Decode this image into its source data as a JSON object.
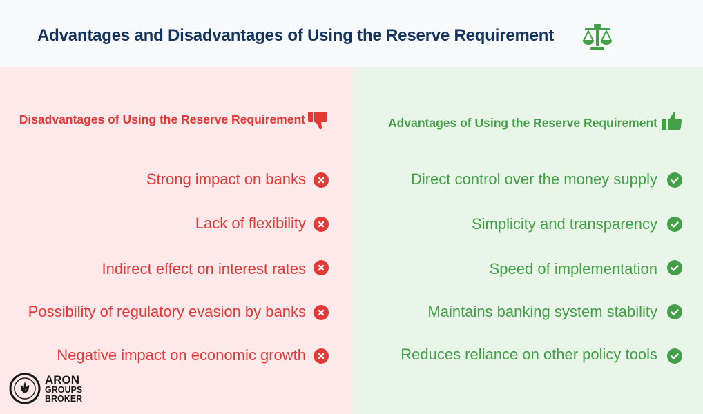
{
  "header": {
    "title": "Advantages and Disadvantages of Using the Reserve Requirement",
    "icon": "balance-scale-icon"
  },
  "colors": {
    "title": "#13345e",
    "disadvantage": "#e53935",
    "advantage": "#43a047",
    "left_bg": "#fde8ea",
    "right_bg": "#e8f5e8",
    "header_bg": "#f8f9fb"
  },
  "disadvantages": {
    "heading": "Disadvantages of Using the Reserve Requirement",
    "heading_icon": "thumbs-down-icon",
    "item_icon": "x-circle-icon",
    "items": [
      "Strong impact on banks",
      "Lack of flexibility",
      "Indirect effect on interest rates",
      "Possibility of regulatory evasion by banks",
      "Negative impact on economic growth"
    ]
  },
  "advantages": {
    "heading": "Advantages of Using the Reserve Requirement",
    "heading_icon": "thumbs-up-icon",
    "item_icon": "check-circle-icon",
    "items": [
      "Direct control over the money supply",
      "Simplicity and transparency",
      "Speed of implementation",
      "Maintains banking system stability",
      "Reduces reliance on other policy tools"
    ]
  },
  "logo": {
    "line1": "ARON",
    "line2": "GROUPS",
    "line3": "BROKER"
  }
}
